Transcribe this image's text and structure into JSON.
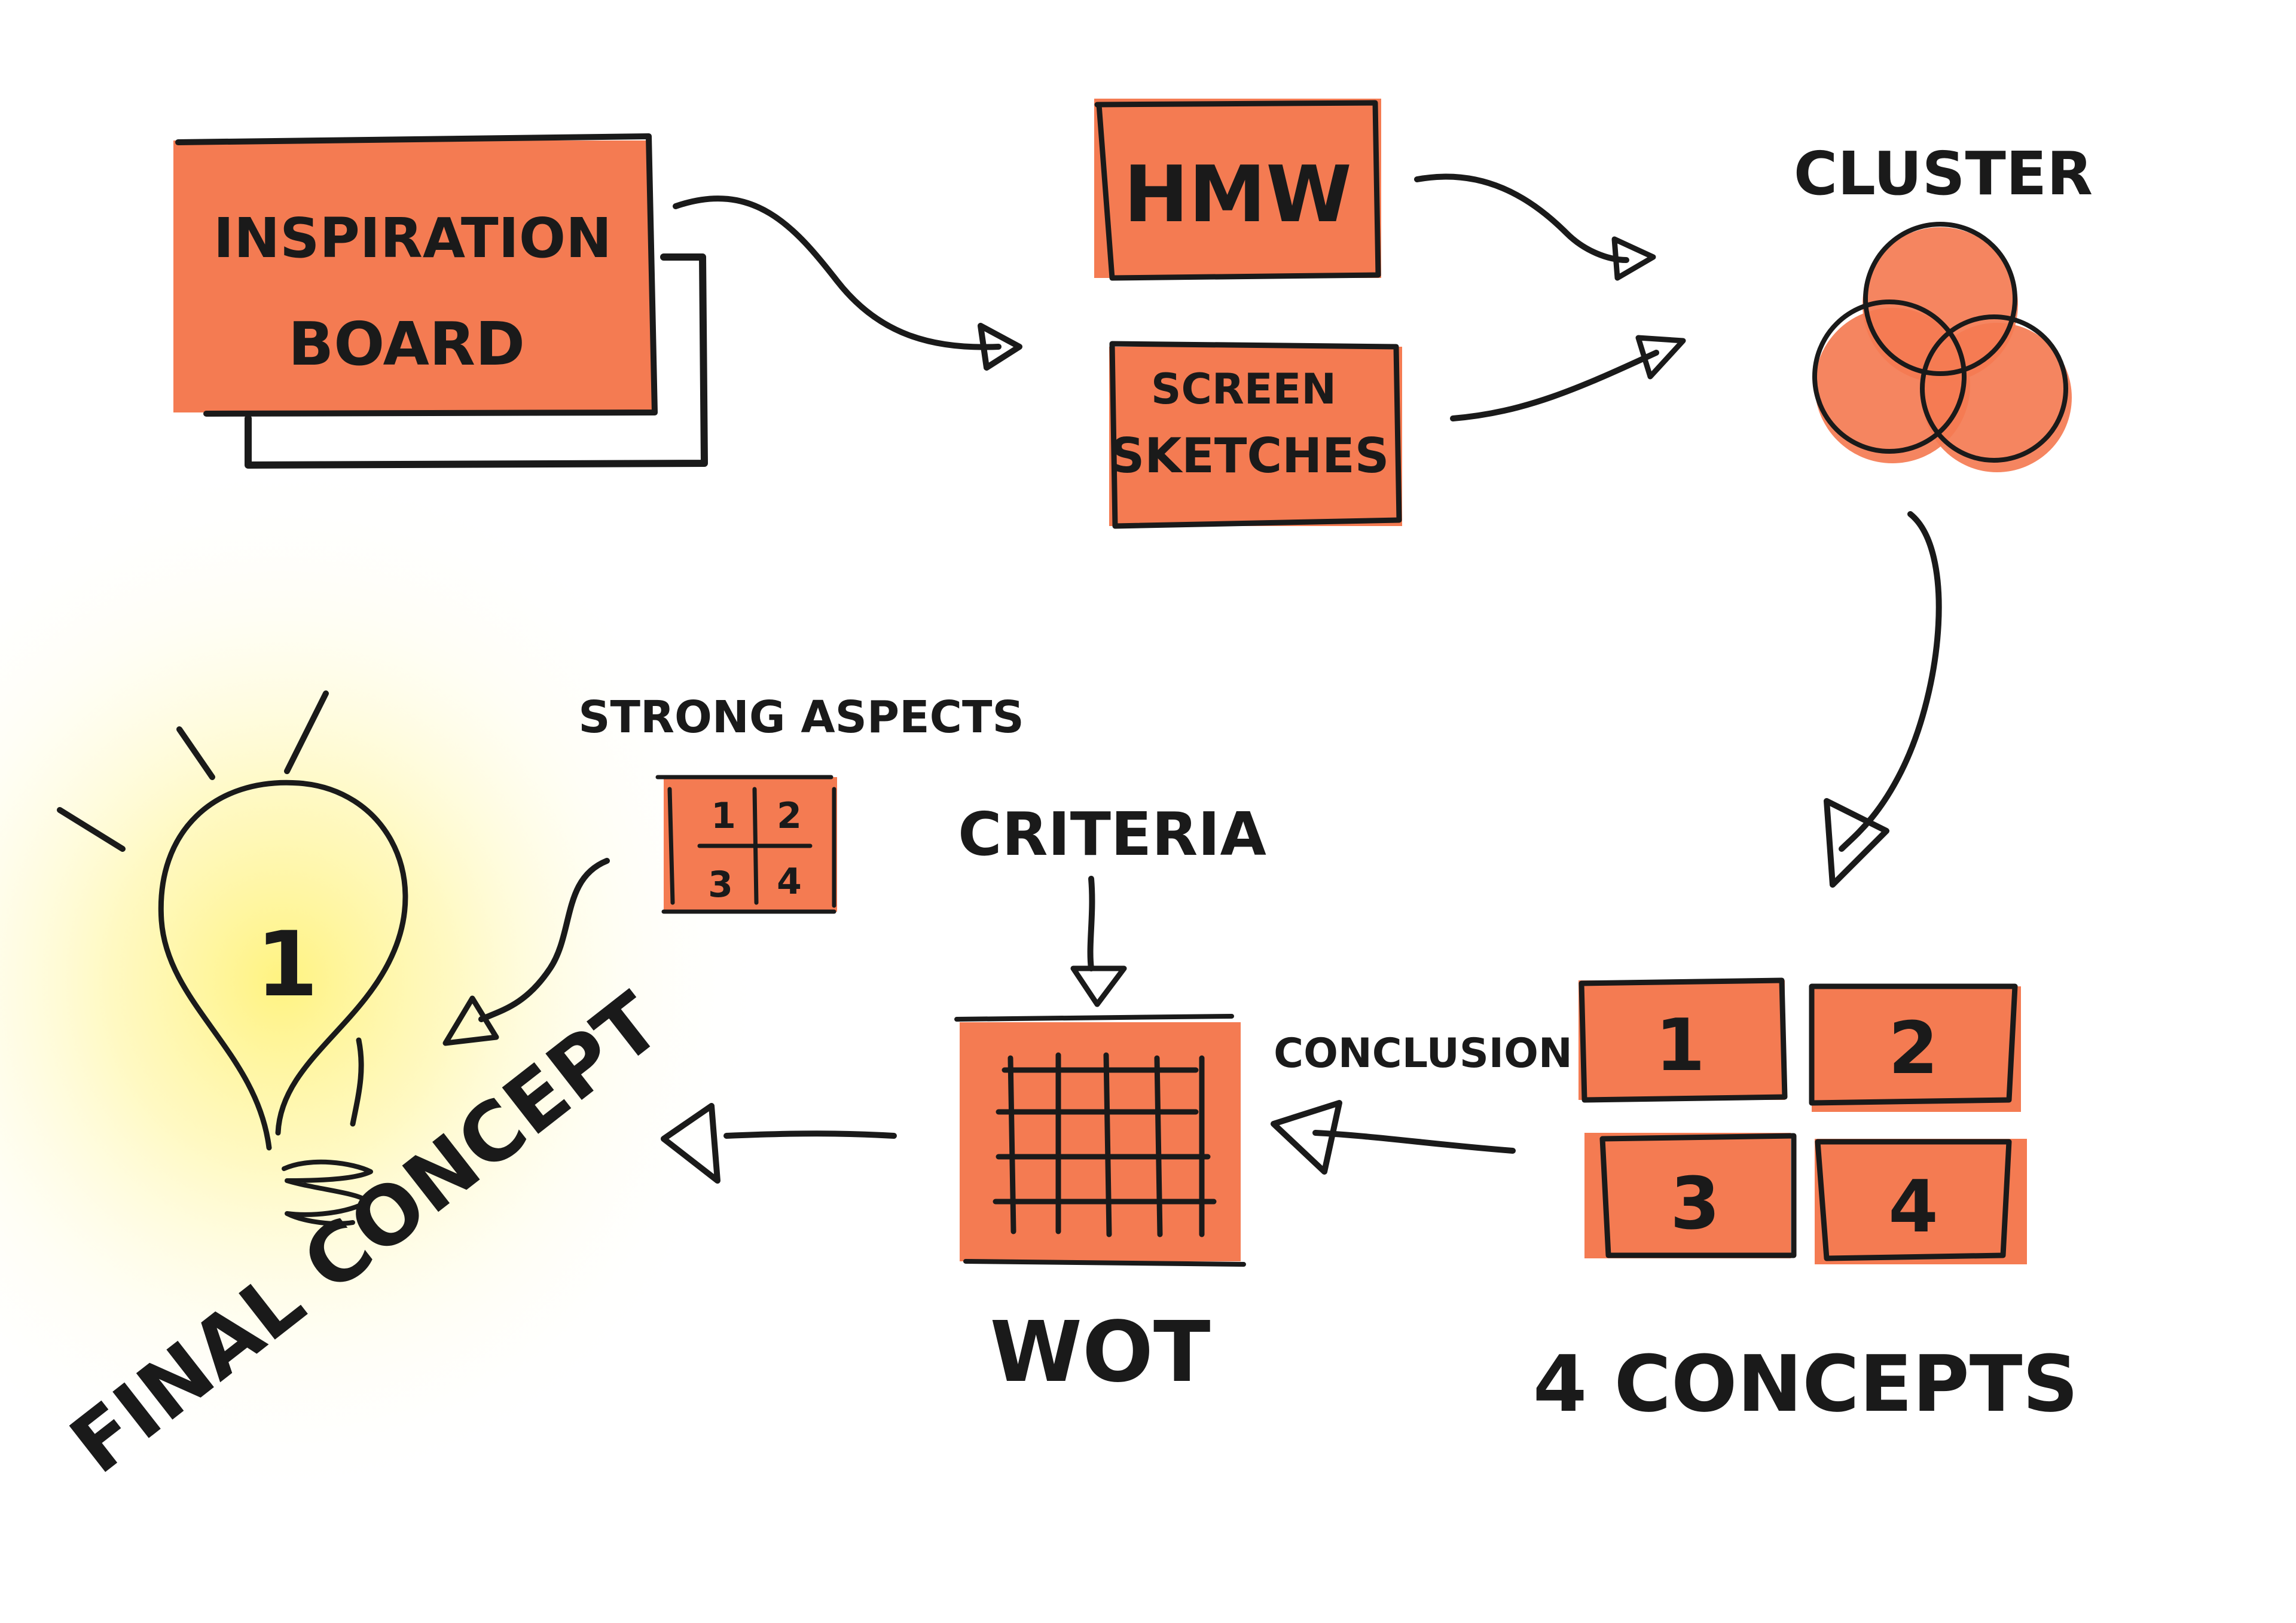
{
  "colors": {
    "box_fill": "#F47B52",
    "ink": "#1a1a1a",
    "glow": "#FFF27A",
    "cluster_circle": "#F47B52"
  },
  "inspiration_board": {
    "line1": "INSPIRATION",
    "line2": "BOARD"
  },
  "hmw": {
    "label": "HMW"
  },
  "screen_sketches": {
    "line1": "SCREEN",
    "line2": "SKETCHES"
  },
  "cluster": {
    "label": "CLUSTER",
    "icon": "venn-three-circles-icon"
  },
  "concepts": {
    "caption": "4 CONCEPTS",
    "items": [
      "1",
      "2",
      "3",
      "4"
    ]
  },
  "conclusion": {
    "label": "CONCLUSION"
  },
  "criteria": {
    "label": "CRITERIA"
  },
  "wot": {
    "caption": "WOT",
    "icon": "grid-matrix-icon"
  },
  "strong_aspects": {
    "label": "STRONG ASPECTS",
    "cells": [
      "1",
      "2",
      "3",
      "4"
    ]
  },
  "final_concept": {
    "number": "1",
    "caption": "FINAL CONCEPT",
    "icon": "lightbulb-icon"
  }
}
